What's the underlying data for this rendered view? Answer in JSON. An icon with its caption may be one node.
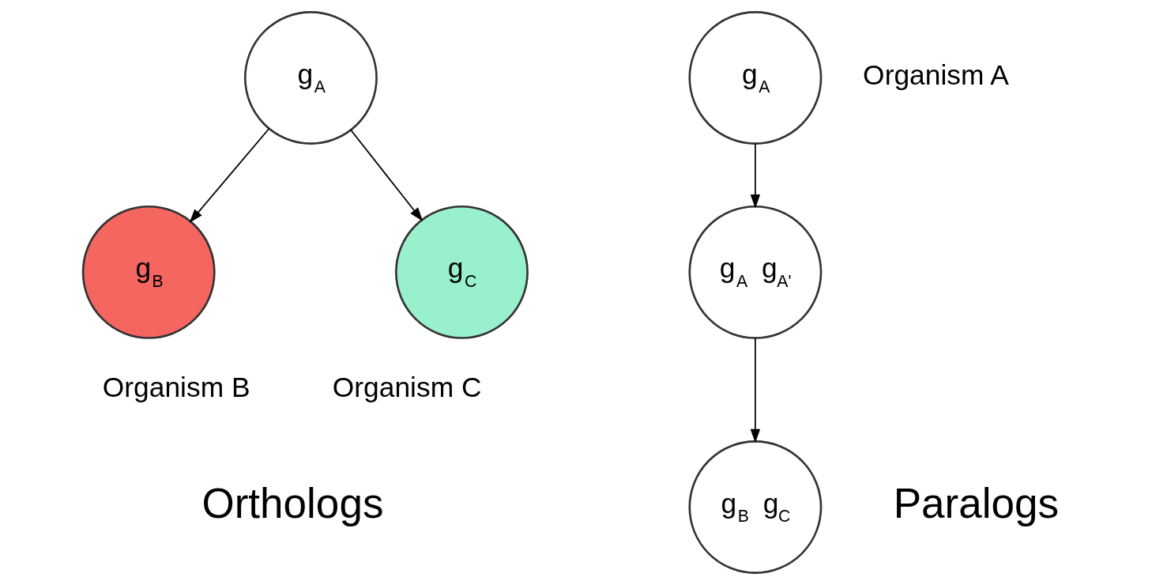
{
  "diagram": {
    "nodes": [
      {
        "text": [
          "g$_{A}$"
        ]
      },
      {
        "text": [
          "g$_{B}$"
        ],
        "beside": [
          "Organism B"
        ]
      },
      {
        "text": [
          "g$_{C}$"
        ],
        "beside": [
          "Organism C"
        ]
      },
      {
        "text": [
          "g$_{A}$"
        ],
        "beside": [
          "Organism A"
        ]
      },
      {
        "text": [
          "g$_{A}$ g$_{A'}$"
        ]
      },
      {
        "text": [
          "g$_{B}$ g$_{C}$"
        ]
      }
    ],
    "edges": [
      {
        "from": 0,
        "to": 1,
        "arrow": "to"
      },
      {
        "from": 0,
        "to": 2,
        "arrow": "to"
      },
      {
        "from": 3,
        "to": 4,
        "arrow": "to"
      },
      {
        "from": 4,
        "to": 5,
        "arrow": "to"
      }
    ],
    "labels": [
      "Orthologs",
      "Paralogs"
    ]
  }
}
